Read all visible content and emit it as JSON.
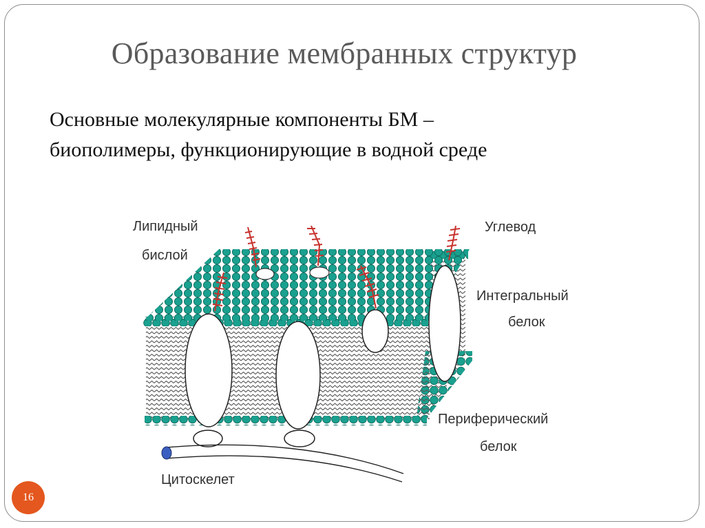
{
  "slide": {
    "title": "Образование мембранных структур",
    "subtitle_line1": "Основные молекулярные компоненты БМ –",
    "subtitle_line2": "биополимеры, функционирующие в водной среде",
    "page_number": "16"
  },
  "diagram": {
    "labels": {
      "lipid_bilayer_1": "Липидный",
      "lipid_bilayer_2": "бислой",
      "carbohydrate": "Углевод",
      "integral_protein_1": "Интегральный",
      "integral_protein_2": "белок",
      "peripheral_protein_1": "Периферический",
      "peripheral_protein_2": "белок",
      "cytoskeleton": "Цитоскелет"
    },
    "colors": {
      "lipid_head": "#1aa08f",
      "lipid_head_stroke": "#0e6a5e",
      "carbohydrate": "#c8322d",
      "cytoskeleton_end": "#3b5fc0",
      "accent": "#e4571e"
    }
  }
}
